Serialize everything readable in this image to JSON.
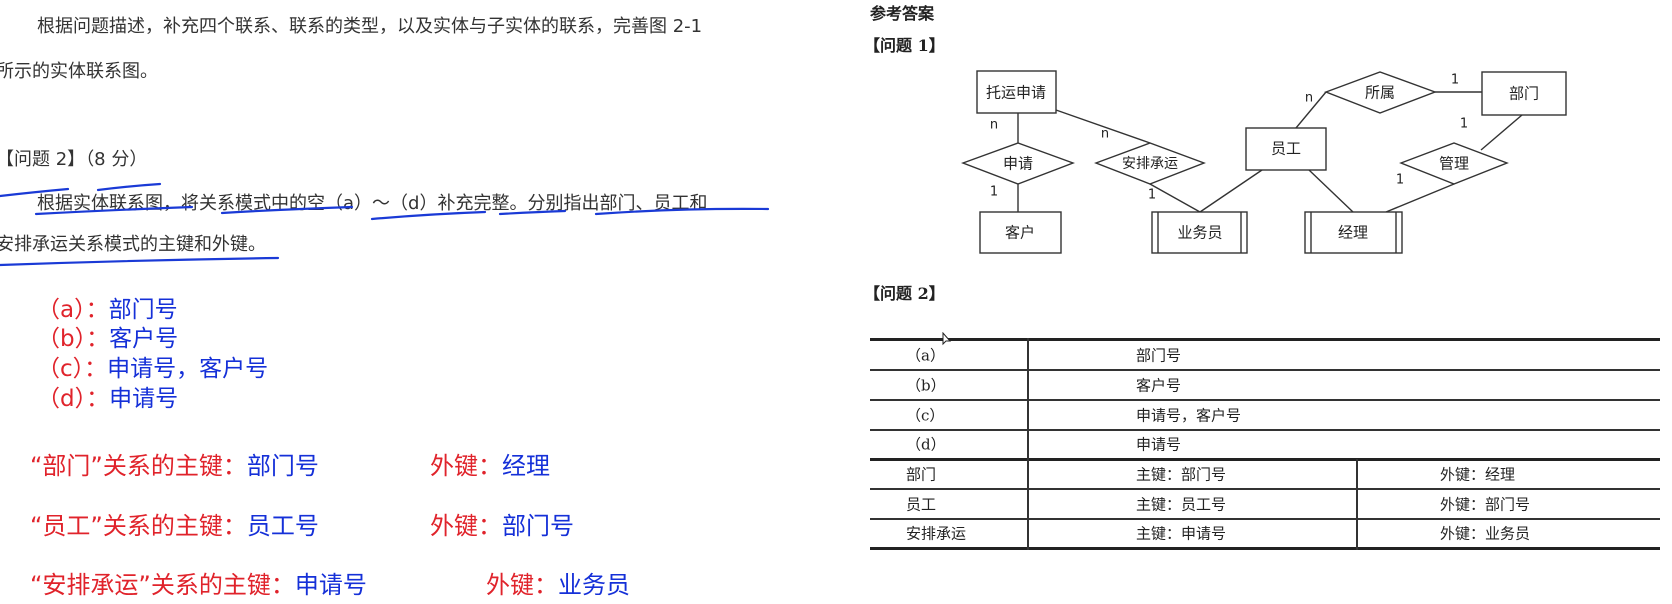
{
  "left": {
    "intro_line1": "根据问题描述，补充四个联系、联系的类型，以及实体与子实体的联系，完善图 2-1",
    "intro_line2": "所示的实体联系图。",
    "question2_title": "【问题 2】",
    "question2_score": "（8 分）",
    "question2_line1": "根据实体联系图，将关系模式中的空（a）～（d）补充完整。分别指出部门、员工和",
    "question2_line2": "安排承运关系模式的主键和外键。",
    "answers": [
      {
        "label": "（a）：",
        "value": "部门号"
      },
      {
        "label": "（b）：",
        "value": "客户号"
      },
      {
        "label": "（c）：",
        "value": "申请号，客户号"
      },
      {
        "label": "（d）：",
        "value": "申请号"
      }
    ],
    "keys": [
      {
        "relation": "“部门”关系的主键：",
        "pk": "部门号",
        "fk_label": "外键：",
        "fk": "经理"
      },
      {
        "relation": "“员工”关系的主键：",
        "pk": "员工号",
        "fk_label": "外键：",
        "fk": "部门号"
      },
      {
        "relation": "“安排承运”关系的主键：",
        "pk": "申请号",
        "fk_label": "外键：",
        "fk": "业务员"
      }
    ],
    "colors": {
      "label": "#e0232b",
      "value": "#1530d8",
      "underline": "#1a3ad6"
    }
  },
  "right": {
    "title": "参考答案",
    "q1_title": "【问题 1】",
    "q2_title": "【问题 2】",
    "er": {
      "entities": [
        "托运申请",
        "客户",
        "业务员",
        "员工",
        "经理",
        "部门"
      ],
      "relationships": [
        "申请",
        "安排承运",
        "所属",
        "管理"
      ],
      "cardinalities": [
        "n",
        "1",
        "n",
        "1",
        "n",
        "1",
        "1",
        "1"
      ]
    },
    "table": {
      "rows": [
        [
          "（a）",
          "部门号"
        ],
        [
          "（b）",
          "客户号"
        ],
        [
          "（c）",
          "申请号，客户号"
        ],
        [
          "（d）",
          "申请号"
        ],
        [
          "部门",
          "主键：部门号",
          "外键：经理"
        ],
        [
          "员工",
          "主键：员工号",
          "外键：部门号"
        ],
        [
          "安排承运",
          "主键：申请号",
          "外键：业务员"
        ]
      ]
    }
  }
}
